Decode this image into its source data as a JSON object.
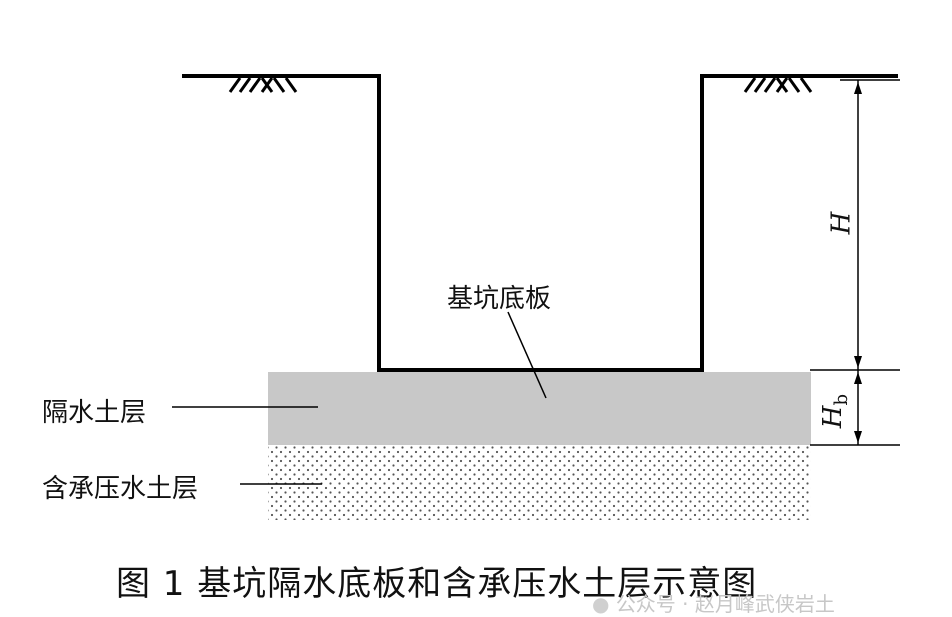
{
  "labels": {
    "pit_bottom": "基坑底板",
    "aquitard": "隔水土层",
    "confined_aquifer": "含承压水土层"
  },
  "dimensions": {
    "pit_depth": "H",
    "aquitard_thickness_main": "H",
    "aquitard_thickness_sub": "b"
  },
  "caption": "图 1  基坑隔水底板和含承压水土层示意图",
  "watermark": "公众号 · 赵月峰武侠岩土",
  "colors": {
    "aquitard_fill": "#c8c8c8",
    "line": "#000000",
    "dots": "#555555"
  }
}
